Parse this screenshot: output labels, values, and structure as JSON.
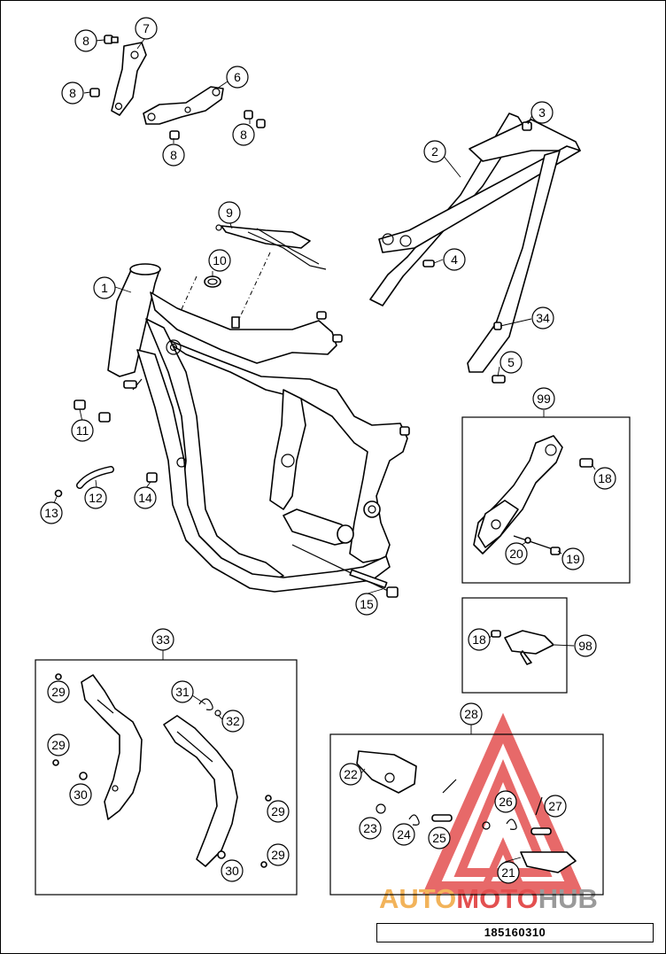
{
  "diagram": {
    "document_number": "185160310",
    "watermark": {
      "part1": "AUTO",
      "part2": "MOTO",
      "part3": "HUB",
      "color_primary": "#e35050",
      "color_secondary": "#f2b35a",
      "color_tertiary": "#9a9a9a"
    },
    "callouts": [
      "1",
      "2",
      "3",
      "4",
      "5",
      "6",
      "7",
      "8",
      "8",
      "8",
      "8",
      "9",
      "10",
      "11",
      "12",
      "13",
      "14",
      "15",
      "18",
      "18",
      "19",
      "20",
      "21",
      "22",
      "23",
      "24",
      "25",
      "26",
      "27",
      "28",
      "29",
      "29",
      "29",
      "29",
      "30",
      "30",
      "31",
      "32",
      "33",
      "34",
      "98",
      "99"
    ]
  }
}
